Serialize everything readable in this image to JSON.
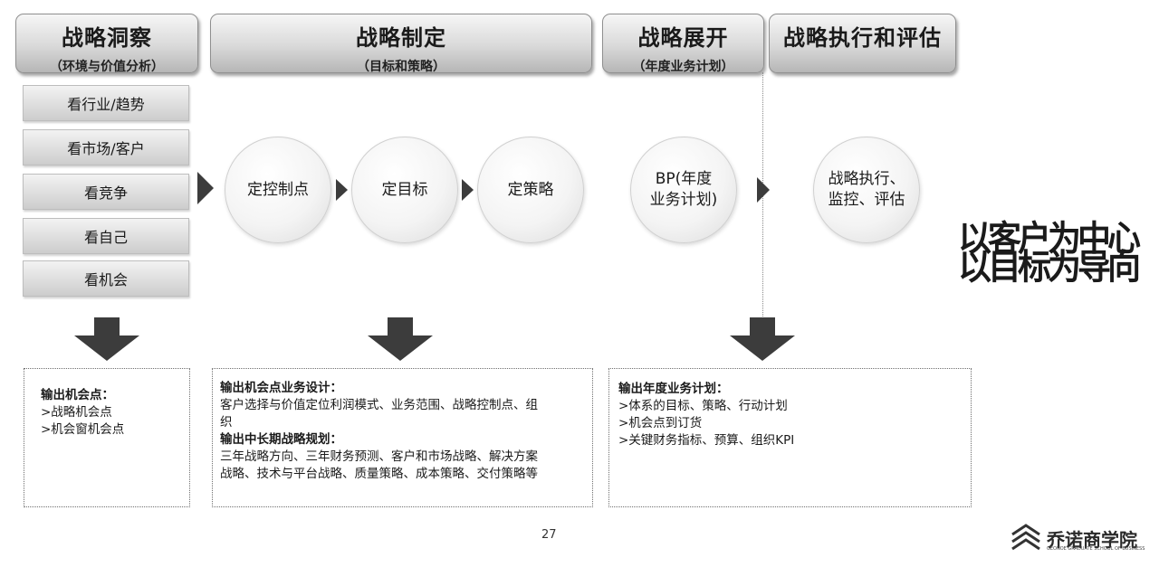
{
  "phases": [
    {
      "title": "战略洞察",
      "subtitle": "（环境与价值分析）"
    },
    {
      "title": "战略制定",
      "subtitle": "（目标和策略）"
    },
    {
      "title": "战略展开",
      "subtitle": "（年度业务计划）"
    },
    {
      "title": "战略执行和评估",
      "subtitle": ""
    }
  ],
  "insight_items": [
    "看行业/趋势",
    "看市场/客户",
    "看竞争",
    "看自己",
    "看机会"
  ],
  "circles": {
    "control_points": "定控制点",
    "targets": "定目标",
    "strategy": "定策略",
    "bp_line1": "BP(年度",
    "bp_line2": "业务计划)",
    "exec_line1": "战略执行、",
    "exec_line2": "监控、评估"
  },
  "slogan": {
    "line1": "以客户为中心",
    "line2": "以目标为导向"
  },
  "outputs": {
    "insight": {
      "heading": "输出机会点：",
      "items": [
        ">战略机会点",
        ">机会窗机会点"
      ]
    },
    "formulation": {
      "heading1": "输出机会点业务设计：",
      "text1a": "客户选择与价值定位利润模式、业务范围、战略控制点、组",
      "text1b": "织",
      "heading2": "输出中长期战略规划：",
      "text2a": "三年战略方向、三年财务预测、客户和市场战略、解决方案",
      "text2b": "战略、技术与平台战略、质量策略、成本策略、交付策略等"
    },
    "deployment": {
      "heading": "输出年度业务计划：",
      "items": [
        ">体系的目标、策略、行动计划",
        ">机会点到订货",
        ">关键财务指标、预算、组织KPI"
      ]
    }
  },
  "page_number": "27",
  "logo": {
    "name": "乔诺商学院",
    "subtitle": "GEONOE GRADUATE SCHOOL OF BUSINESS"
  },
  "colors": {
    "arrow": "#3c3c3c",
    "dotted_line": "#8a8a8a"
  }
}
